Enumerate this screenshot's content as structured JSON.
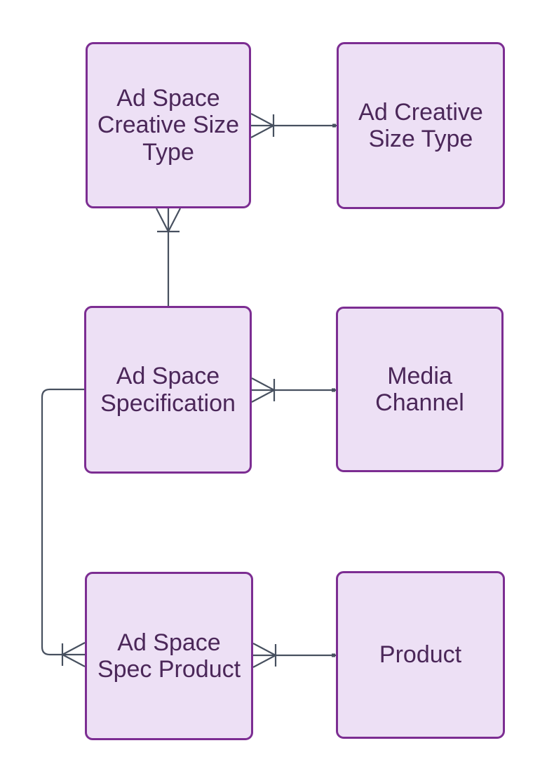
{
  "diagram": {
    "type": "entity-relationship",
    "background_color": "#FFFFFF",
    "colors": {
      "entity_fill": "#EDE0F5",
      "entity_border": "#7C2D92",
      "entity_text": "#4B2759",
      "connector": "#47505F"
    },
    "entities": [
      {
        "id": "ad-space-creative-size-type",
        "label": "Ad Space Creative Size Type"
      },
      {
        "id": "ad-creative-size-type",
        "label": "Ad Creative Size Type"
      },
      {
        "id": "ad-space-specification",
        "label": "Ad Space Specification"
      },
      {
        "id": "media-channel",
        "label": "Media Channel"
      },
      {
        "id": "ad-space-spec-product",
        "label": "Ad Space Spec Product"
      },
      {
        "id": "product",
        "label": "Product"
      }
    ],
    "relationships": [
      {
        "from": "Ad Space Creative Size Type",
        "to": "Ad Creative Size Type",
        "from_marker": "one-or-many (crows-foot + bar)",
        "to_marker": "plain"
      },
      {
        "from": "Ad Space Creative Size Type",
        "to": "Ad Space Specification",
        "from_marker": "one-or-many (crows-foot + bar)",
        "to_marker": "plain"
      },
      {
        "from": "Ad Space Specification",
        "to": "Media Channel",
        "from_marker": "one-or-many (crows-foot + bar)",
        "to_marker": "plain"
      },
      {
        "from": "Ad Space Spec Product",
        "to": "Ad Space Specification",
        "from_marker": "one-or-many (crows-foot + bar)",
        "to_marker": "plain"
      },
      {
        "from": "Ad Space Spec Product",
        "to": "Product",
        "from_marker": "one-or-many (crows-foot + bar)",
        "to_marker": "plain"
      }
    ]
  }
}
